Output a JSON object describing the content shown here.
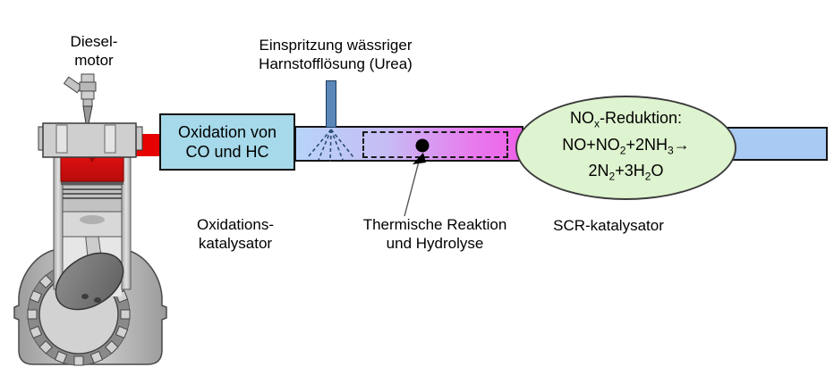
{
  "diagram": {
    "engine_label": {
      "line1": "Diesel-",
      "line2": "motor"
    },
    "injection_label": {
      "line1": "Einspritzung wässriger",
      "line2": "Harnstofflösung (Urea)"
    },
    "oxidation_box": {
      "line1": "Oxidation von",
      "line2": "CO und HC"
    },
    "oxidation_catalyst_label": {
      "line1": "Oxidations-",
      "line2": "katalysator"
    },
    "thermal_label": {
      "line1": "Thermische Reaktion",
      "line2": "und Hydrolyse"
    },
    "scr_label": "SCR-katalysator",
    "scr_ellipse": {
      "line1": "NO~x~-Reduktion:",
      "line2": "NO+NO~2~+2NH~3~→",
      "line3": "2N~2~+3H~2~O"
    },
    "icons": {
      "engine": "diesel-engine-cross-section",
      "injector": "urea-injector-tube",
      "spray": "spray-cone-dashed",
      "reaction_marker": "black-dot-with-arrow"
    },
    "colors": {
      "exhaust_hot": "#e60000",
      "oxidation_box_fill": "#a6d9e9",
      "mixing_pipe_start": "#b7d4f8",
      "mixing_pipe_end": "#ee60e8",
      "clean_pipe_fill": "#a9caf3",
      "scr_ellipse_fill": "#def3cf",
      "injector_fill": "#5b86b8",
      "outline": "#161616"
    }
  }
}
